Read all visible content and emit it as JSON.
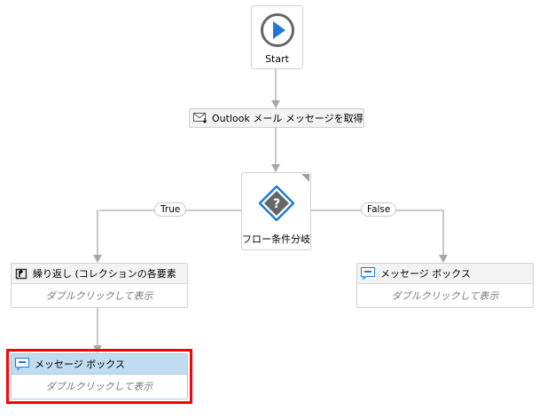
{
  "start": {
    "label": "Start"
  },
  "outlook": {
    "label": "Outlook メール メッセージを取得"
  },
  "decision": {
    "label": "フロー条件分岐"
  },
  "branches": {
    "true_label": "True",
    "false_label": "False"
  },
  "foreach": {
    "title": "繰り返し (コレクションの各要素",
    "hint": "ダブルクリックして表示"
  },
  "msgbox_right": {
    "title": "メッセージ ボックス",
    "hint": "ダブルクリックして表示"
  },
  "msgbox_selected": {
    "title": "メッセージ ボックス",
    "hint": "ダブルクリックして表示"
  },
  "colors": {
    "selection": "#ff0000",
    "selected_header": "#c0dcf0",
    "accent": "#1e7ad6"
  }
}
